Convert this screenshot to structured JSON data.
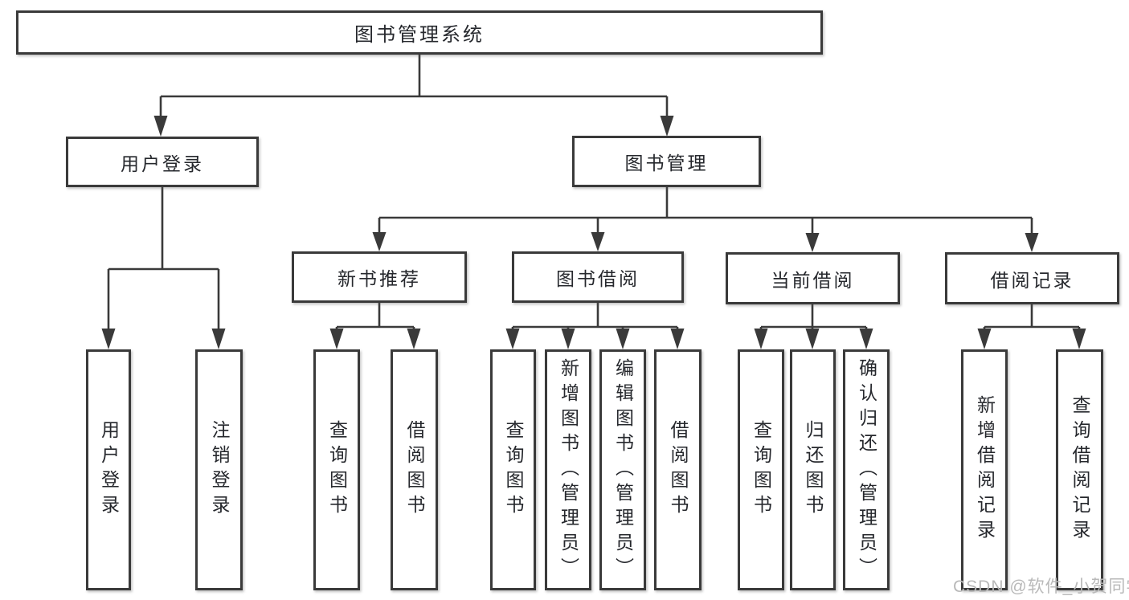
{
  "diagram": {
    "type": "tree",
    "tree": {
      "root": {
        "label": "图书管理系统"
      },
      "branches": [
        {
          "label": "用户登录",
          "children": [
            {
              "label": "用户登录"
            },
            {
              "label": "注销登录"
            }
          ]
        },
        {
          "label": "图书管理",
          "groups": [
            {
              "label": "新书推荐",
              "children": [
                {
                  "label": "查询图书"
                },
                {
                  "label": "借阅图书"
                }
              ]
            },
            {
              "label": "图书借阅",
              "children": [
                {
                  "label": "查询图书"
                },
                {
                  "label": "新增图书（管理员）"
                },
                {
                  "label": "编辑图书（管理员）"
                },
                {
                  "label": "借阅图书"
                }
              ]
            },
            {
              "label": "当前借阅",
              "children": [
                {
                  "label": "查询图书"
                },
                {
                  "label": "归还图书"
                },
                {
                  "label": "确认归还（管理员）"
                }
              ]
            },
            {
              "label": "借阅记录",
              "children": [
                {
                  "label": "新增借阅记录"
                },
                {
                  "label": "查询借阅记录"
                }
              ]
            }
          ]
        }
      ]
    },
    "colors": {
      "line": "#3a3a3a",
      "text": "#26282d",
      "background": "#ffffff",
      "watermark": "#b9b9b9"
    }
  },
  "watermark": {
    "text": "CSDN @软件_小贺同学"
  }
}
